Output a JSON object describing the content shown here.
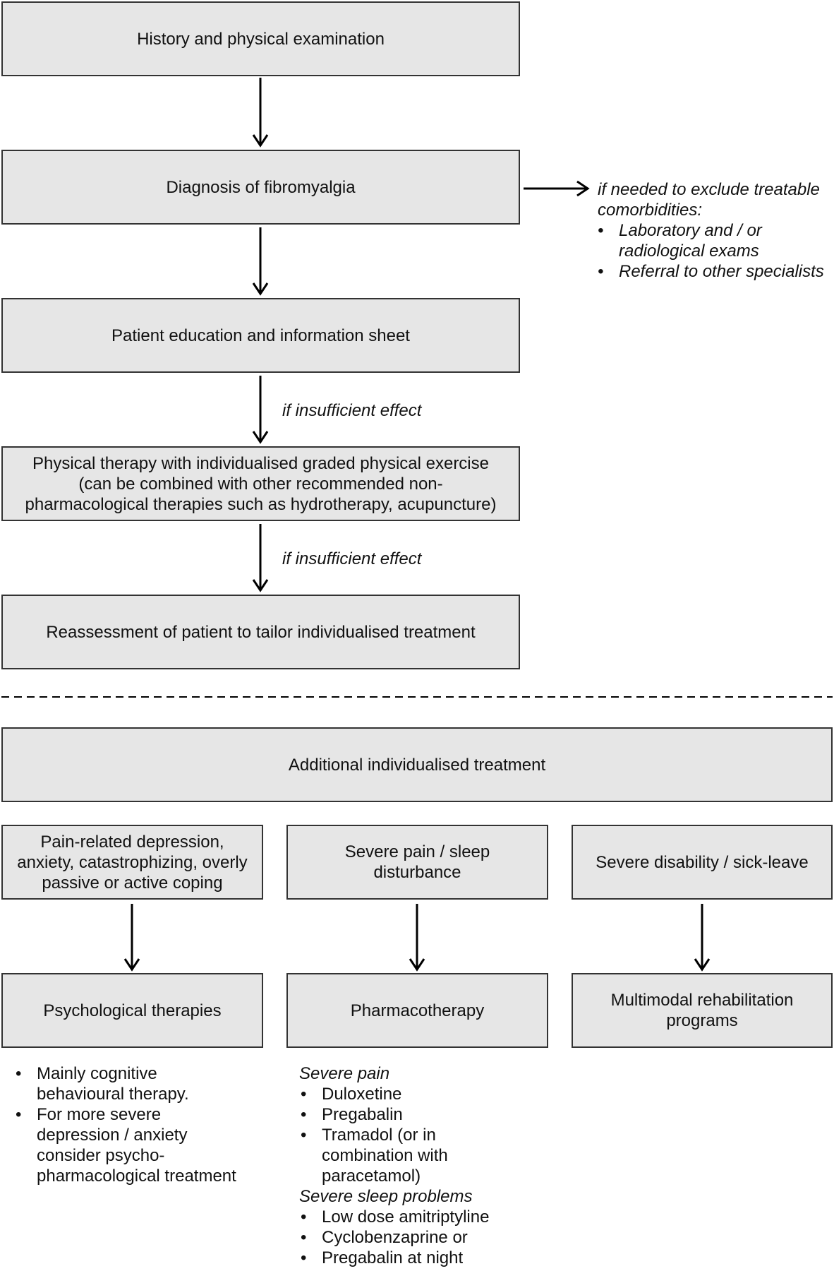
{
  "flow": {
    "history": "History and physical examination",
    "diagnosis": "Diagnosis of fibromyalgia",
    "education": "Patient education and information sheet",
    "physical_therapy": [
      "Physical therapy with individualised graded physical exercise",
      "(can be combined with other recommended non-",
      "pharmacological therapies such as hydrotherapy, acupuncture)"
    ],
    "reassessment": "Reassessment of patient to tailor individualised treatment",
    "insufficient_1": "if insufficient effect",
    "insufficient_2": "if insufficient effect"
  },
  "side_note": {
    "heading": [
      "if needed to exclude treatable",
      "comorbidities:"
    ],
    "items": [
      [
        "Laboratory and / or",
        "radiological exams"
      ],
      [
        "Referral to other specialists"
      ]
    ]
  },
  "additional": {
    "title": "Additional individualised treatment",
    "conditions": [
      [
        "Pain-related depression,",
        "anxiety, catastrophizing, overly",
        "passive or active coping"
      ],
      [
        "Severe pain / sleep",
        "disturbance"
      ],
      [
        "Severe disability / sick-leave"
      ]
    ],
    "treatments": [
      [
        "Psychological therapies"
      ],
      [
        "Pharmacotherapy"
      ],
      [
        "Multimodal rehabilitation",
        "programs"
      ]
    ]
  },
  "psych_notes": [
    [
      "Mainly cognitive",
      "behavioural therapy."
    ],
    [
      "For more severe",
      "depression / anxiety",
      "consider psycho-",
      "pharmacological treatment"
    ]
  ],
  "pharma_notes": {
    "severe_pain_heading": "Severe pain",
    "severe_pain_items": [
      [
        "Duloxetine"
      ],
      [
        "Pregabalin"
      ],
      [
        "Tramadol (or in",
        "combination with",
        "paracetamol)"
      ]
    ],
    "sleep_heading": "Severe sleep problems",
    "sleep_items": [
      [
        "Low dose amitriptyline"
      ],
      [
        "Cyclobenzaprine or"
      ],
      [
        "Pregabalin at night"
      ]
    ]
  }
}
